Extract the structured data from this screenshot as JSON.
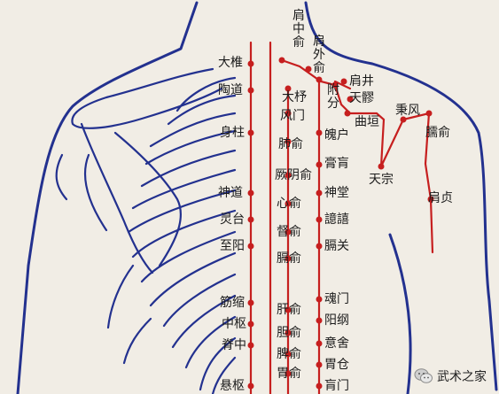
{
  "colors": {
    "body_outline": "#23318f",
    "meridian": "#c61f1f",
    "background": "#f1ede5"
  },
  "labels": {
    "dazhui": "大椎",
    "taodao": "陶道",
    "shenzhu": "身柱",
    "shendao": "神道",
    "lingtai": "灵台",
    "zhiyang": "至阳",
    "jinsuo": "筋缩",
    "zhongshu": "中枢",
    "jizhong": "脊中",
    "xuanshu": "悬枢",
    "jianzhongshu": "肩中俞",
    "jianwaishu": "肩外俞",
    "jianjing": "肩井",
    "tianliao": "天髎",
    "dazhu": "大杼",
    "fufen": "附分",
    "fengmen": "风门",
    "quyuan": "曲垣",
    "bingfeng": "秉风",
    "naoshu": "臑俞",
    "feishu": "肺俞",
    "pohu": "魄户",
    "gaohuang": "膏肓",
    "jueyinshu": "厥阴俞",
    "tianzong": "天宗",
    "jianzhen": "肩贞",
    "shentang": "神堂",
    "xinshu": "心俞",
    "yixi": "譩譆",
    "dushu": "督俞",
    "geguan": "膈关",
    "geshu": "膈俞",
    "hunmen": "魂门",
    "ganshu": "肝俞",
    "yanggang": "阳纲",
    "danshu": "胆俞",
    "yishe": "意舍",
    "pishu": "脾俞",
    "weicang": "胃仓",
    "weishu": "胃俞",
    "huangmen": "肓门"
  },
  "watermark": {
    "text": "武术之家",
    "icon": "wechat-icon"
  }
}
